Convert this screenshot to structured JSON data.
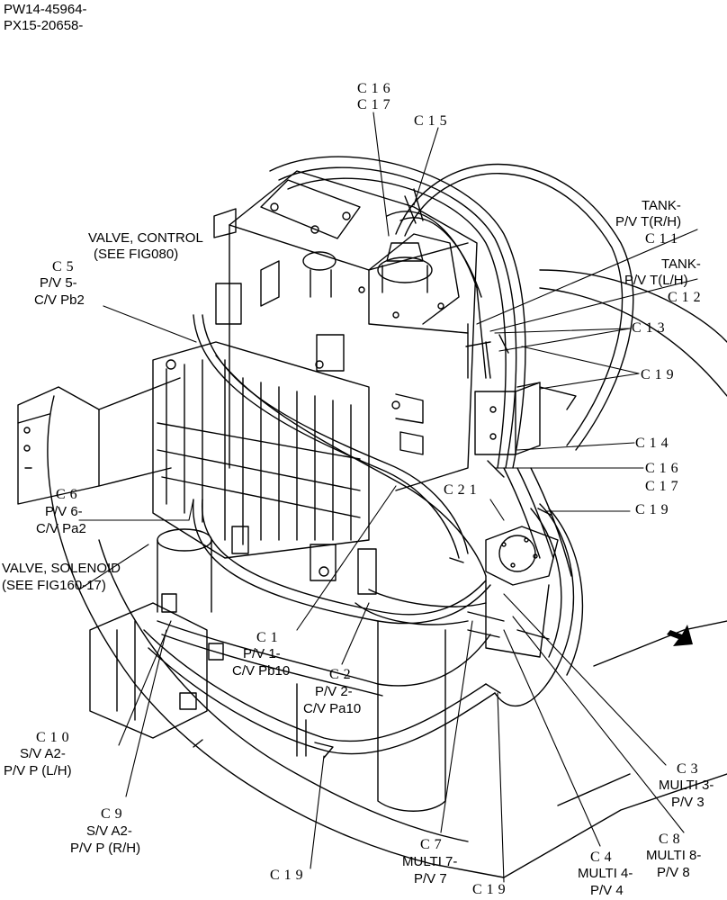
{
  "header": {
    "serial_1": "PW14-45964-",
    "serial_2": "PX15-20658-"
  },
  "callouts": {
    "c16_c17_top": {
      "line1": "C16",
      "line2": "C17"
    },
    "c15": "C15",
    "valve_control": {
      "line1": "VALVE, CONTROL",
      "line2": "(SEE FIG080)"
    },
    "c5": {
      "code": "C5",
      "line1": "P/V 5-",
      "line2": "C/V Pb2"
    },
    "tank_rh": {
      "line1": "TANK-",
      "line2": "P/V T(R/H)",
      "code": "C11"
    },
    "tank_lh": {
      "line1": "TANK-",
      "line2": "P/V T(L/H)",
      "code": "C12"
    },
    "c13": "C13",
    "c19_right": "C19",
    "c14": "C14",
    "c16_c17_right": {
      "line1": "C16",
      "line2": "C17"
    },
    "c21": "C21",
    "c19_mid": "C19",
    "c6": {
      "code": "C6",
      "line1": "P/V 6-",
      "line2": "C/V Pa2"
    },
    "valve_solenoid": {
      "line1": "VALVE, SOLENOID",
      "line2": "(SEE FIG160-17)"
    },
    "c1": {
      "code": "C1",
      "line1": "P/V 1-",
      "line2": "C/V Pb10"
    },
    "c2": {
      "code": "C2",
      "line1": "P/V 2-",
      "line2": "C/V Pa10"
    },
    "c10": {
      "code": "C10",
      "line1": "S/V A2-",
      "line2": "P/V P (L/H)"
    },
    "c9": {
      "code": "C9",
      "line1": "S/V A2-",
      "line2": "P/V P (R/H)"
    },
    "c3": {
      "code": "C3",
      "line1": "MULTI 3-",
      "line2": "P/V 3"
    },
    "c8": {
      "code": "C8",
      "line1": "MULTI 8-",
      "line2": "P/V 8"
    },
    "c7": {
      "code": "C7",
      "line1": "MULTI 7-",
      "line2": "P/V 7"
    },
    "c4": {
      "code": "C4",
      "line1": "MULTI 4-",
      "line2": "P/V 4"
    },
    "c19_bottom_left": "C19",
    "c19_bottom_mid": "C19"
  },
  "icons": {
    "direction_arrow": "forward-arrow-icon"
  }
}
